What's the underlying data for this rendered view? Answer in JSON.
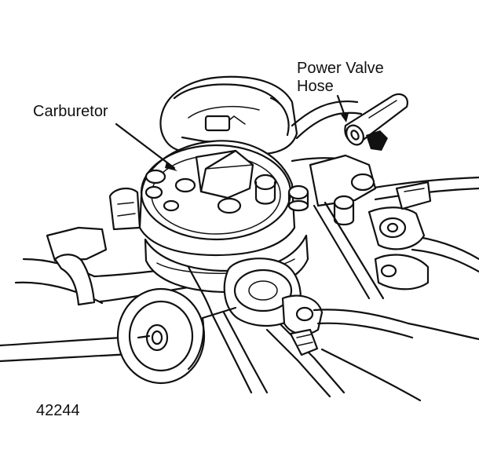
{
  "labels": {
    "carburetor": "Carburetor",
    "power_valve_hose_line1": "Power Valve",
    "power_valve_hose_line2": "Hose",
    "figure_number": "42244"
  },
  "colors": {
    "ink": "#111111",
    "paper": "#ffffff"
  }
}
